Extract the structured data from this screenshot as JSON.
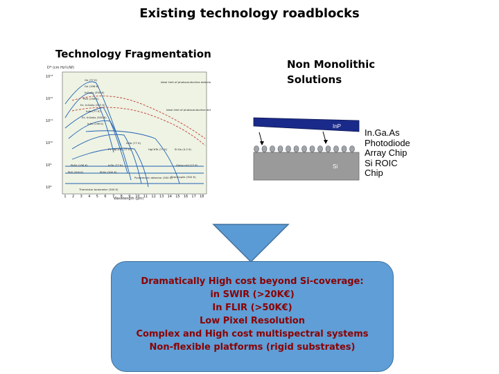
{
  "slide": {
    "title": "Existing technology roadblocks",
    "fragmentation_label": "Technology Fragmentation",
    "non_monolithic": [
      "Non Monolithic",
      "Solutions"
    ],
    "chip_diagram": {
      "top_layer_label": "InP",
      "substrate_label": "Si",
      "top_layer_color": "#1a2a8a",
      "substrate_color": "#9a9a9a",
      "description_lines": [
        "In.Ga.As",
        "Photodiode",
        "Array Chip",
        "Si ROIC",
        "Chip"
      ]
    },
    "detector_chart": {
      "y_axis_label": "D* (cm Hz½/W)",
      "x_axis_label": "Wavelength (µm)",
      "x_ticks": [
        "1",
        "2",
        "3",
        "4",
        "5",
        "6",
        "7",
        "8",
        "9",
        "10",
        "11",
        "12",
        "13",
        "14",
        "15",
        "16",
        "17",
        "18"
      ],
      "y_ticks": [
        "10¹³",
        "10¹²",
        "10¹¹",
        "10¹⁰",
        "10⁹",
        "10⁸"
      ],
      "curve_labels": [
        "Ge (77 K)",
        "Ge (196 K)",
        "InGaAs (300 K)",
        "PbS (196 K)",
        "Ex. InGaAs (253 K)",
        "InAs (77 K)",
        "Ex. InGaAs (300 K)",
        "InAs (196 K)",
        "InSb (77 K)",
        "PV HgCdTe (77 K)",
        "HgCdTe (77 K)",
        "Si:Ga (4.2 K)",
        "PbSe (196 K)",
        "PbS (300 K)",
        "InSb (77 K)",
        "PbSe (300 K)",
        "Golay cell (27 K)",
        "Pyroelectric detector (300 K)",
        "Thermopile (300 K)",
        "Thermistor bolometer (300 K)",
        "Ideal limit of photoconductive detector 300 K (half space)",
        "Ideal limit of photoconductive detector 300 K (half space)"
      ]
    },
    "callout": {
      "lines": [
        "Dramatically High cost beyond Si-coverage:",
        "in SWIR (>20K€)",
        "In FLIR (>50K€)",
        "Low Pixel Resolution",
        "Complex and High cost multispectral systems",
        "Non-flexible platforms (rigid substrates)"
      ],
      "fill_color": "#5f9ed6",
      "text_color": "#8b0000"
    }
  }
}
